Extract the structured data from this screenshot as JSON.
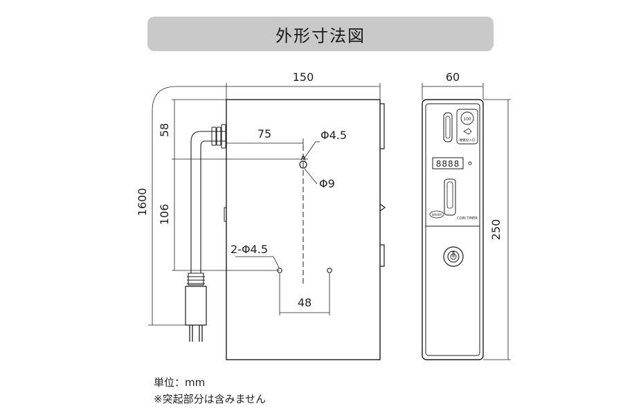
{
  "title": "外形寸法図",
  "dimensions": {
    "width": "150",
    "depth": "60",
    "cord": "1600",
    "top_to_hole": "58",
    "hole_offset": "75",
    "hole_small": "Φ4.5",
    "hole_large": "Φ9",
    "lower_holes": "2-Φ4.5",
    "hole_spacing": "48",
    "hole_vertical": "106",
    "height": "250"
  },
  "panel": {
    "coin_label": "100",
    "insert_label": "硬貨投入口",
    "brand": "SIRUKA",
    "product": "COIN TIMER",
    "display_digits": "8888"
  },
  "notes": {
    "unit": "単位：mm",
    "exclusion": "※突起部分は含みません"
  }
}
